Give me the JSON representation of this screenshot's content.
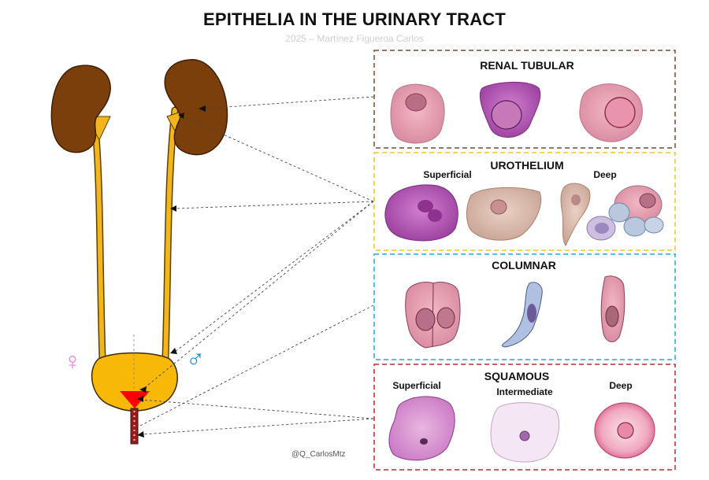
{
  "title": "EPITHELIA IN THE URINARY TRACT",
  "subtitle": "2025 – Martínez Figueroa Carlos",
  "credit": "@Q_CarlosMtz",
  "symbols": {
    "female": "♀",
    "male": "♂"
  },
  "colors": {
    "kidney": "#7b3f0c",
    "ureter": "#f2b51c",
    "bladder": "#f7b808",
    "urethra_triangle": "#ff0000",
    "female_symbol": "#f07fe0",
    "male_symbol": "#1a8fd0",
    "renal_border": "#7a4a2a",
    "urothelium_border": "#f2c230",
    "columnar_border": "#2aa6d6",
    "squamous_border": "#c0282c"
  },
  "panels": {
    "renal": {
      "title": "RENAL TUBULAR"
    },
    "urothelium": {
      "title": "UROTHELIUM",
      "left_label": "Superficial",
      "right_label": "Deep"
    },
    "columnar": {
      "title": "COLUMNAR"
    },
    "squamous": {
      "title": "SQUAMOUS",
      "left_label": "Superficial",
      "middle_label": "Intermediate",
      "right_label": "Deep"
    }
  }
}
